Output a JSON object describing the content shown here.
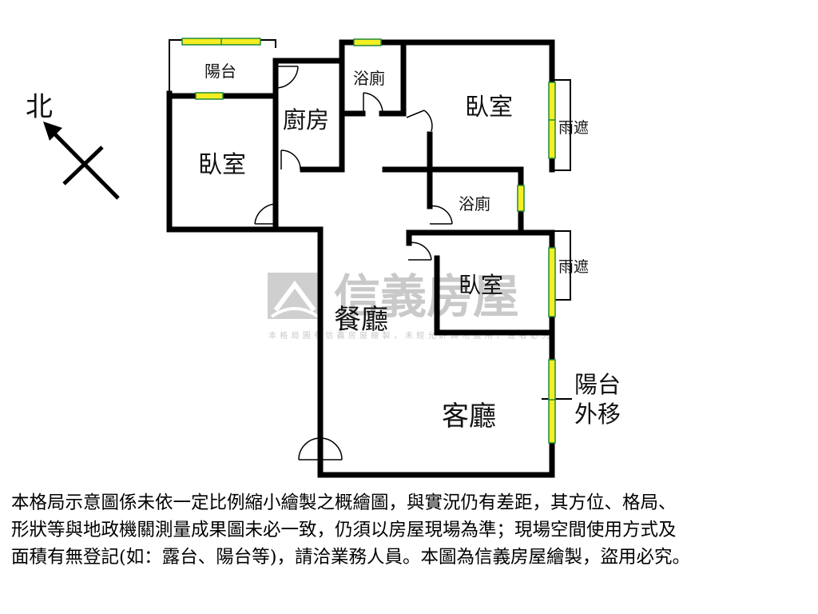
{
  "colors": {
    "wall": "#000000",
    "window_fill": "#f4ee22",
    "window_edge": "#1f8a3a",
    "watermark": "#c9c9c9"
  },
  "compass": {
    "label": "北",
    "icon": "north-arrow-icon"
  },
  "rooms": {
    "balcony_top": "陽台",
    "bathroom_top": "浴廁",
    "bedroom_master": "臥室",
    "rain_shelter_1": "雨遮",
    "kitchen": "廚房",
    "bedroom_left": "臥室",
    "bathroom_mid": "浴廁",
    "rain_shelter_2": "雨遮",
    "bedroom_small": "臥室",
    "dining": "餐廳",
    "living": "客廳",
    "balcony_moved_line1": "陽台",
    "balcony_moved_line2": "外移"
  },
  "watermark": {
    "brand": "信義房屋",
    "note": "本格局圖有信義房屋繪製，未經允許請勿盜用，違者必究"
  },
  "disclaimer": {
    "line1": "本格局示意圖係未依一定比例縮小繪製之概繪圖，與實況仍有差距，其方位、格局、",
    "line2": "形狀等與地政機關測量成果圖未必一致，仍須以房屋現場為準；現場空間使用方式及",
    "line3": "面積有無登記(如：露台、陽台等)，請洽業務人員。本圖為信義房屋繪製，盜用必究。"
  }
}
